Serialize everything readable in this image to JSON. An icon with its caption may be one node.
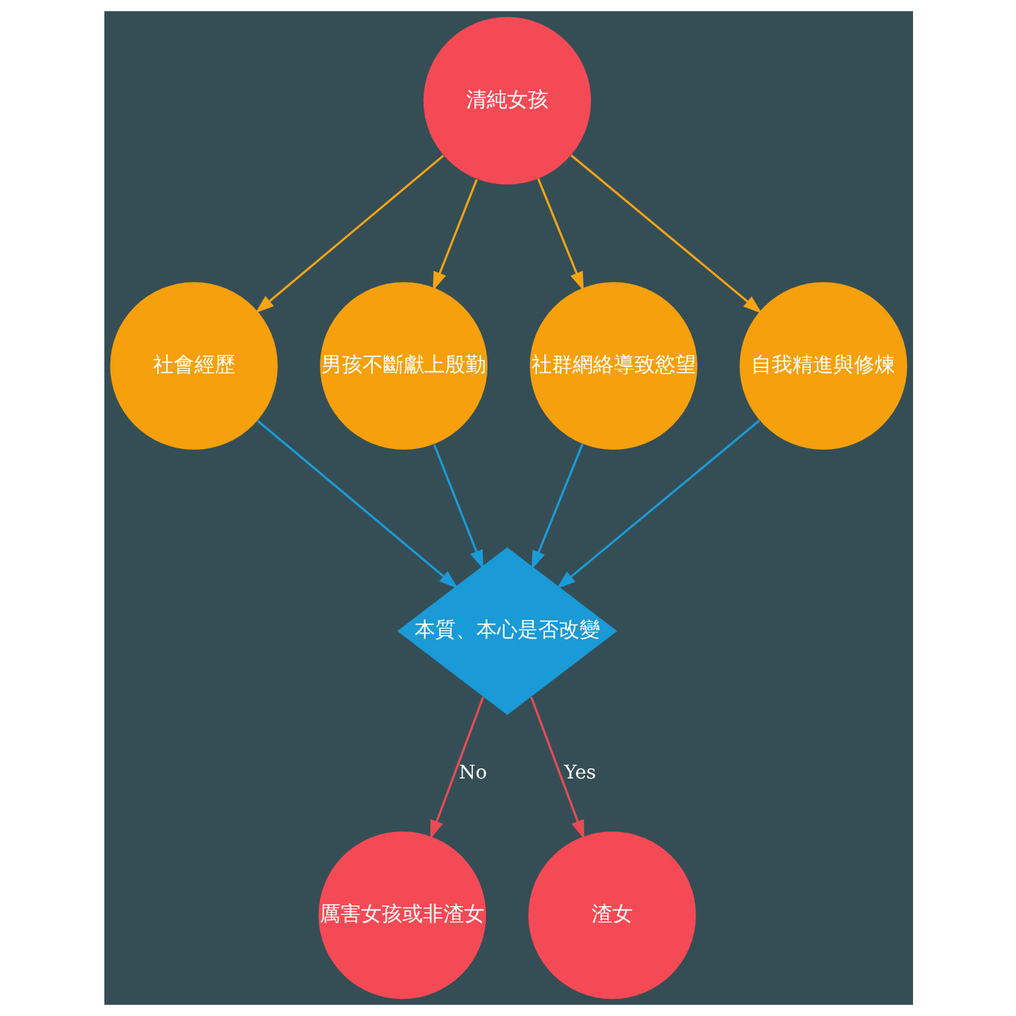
{
  "diagram": {
    "nodes": [
      {
        "text": [
          "清純女孩"
        ]
      },
      {
        "text": [
          "社會經歷"
        ]
      },
      {
        "text": [
          "男孩不斷獻上殷勤"
        ]
      },
      {
        "text": [
          "社群網絡導致慾望"
        ]
      },
      {
        "text": [
          "自我精進與修煉"
        ]
      },
      {
        "text": [
          "本質、本心是否改變"
        ]
      },
      {
        "text": [
          "厲害女孩或非渣女"
        ]
      },
      {
        "text": [
          "渣女"
        ]
      }
    ],
    "edges": [
      {
        "from": 0,
        "to": 1,
        "arrow": "to",
        "color": "#f5a414"
      },
      {
        "from": 0,
        "to": 2,
        "arrow": "to",
        "color": "#f5a414"
      },
      {
        "from": 0,
        "to": 3,
        "arrow": "to",
        "color": "#f5a414"
      },
      {
        "from": 0,
        "to": 4,
        "arrow": "to",
        "color": "#f5a414"
      },
      {
        "from": 1,
        "to": 5,
        "arrow": "to",
        "color": "#1b9bd7"
      },
      {
        "from": 2,
        "to": 5,
        "arrow": "to",
        "color": "#1b9bd7"
      },
      {
        "from": 3,
        "to": 5,
        "arrow": "to",
        "color": "#1b9bd7"
      },
      {
        "from": 4,
        "to": 5,
        "arrow": "to",
        "color": "#1b9bd7"
      },
      {
        "from": 5,
        "to": 6,
        "arrow": "to",
        "label": "No",
        "color": "#e94b55"
      },
      {
        "from": 5,
        "to": 7,
        "arrow": "to",
        "label": "Yes",
        "color": "#e94b55"
      }
    ]
  }
}
